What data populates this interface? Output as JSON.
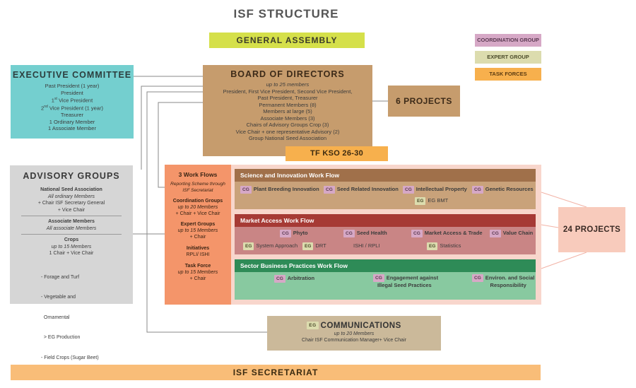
{
  "page_title": "ISF STRUCTURE",
  "general_assembly": "GENERAL ASSEMBLY",
  "legend": {
    "coordination_group": "COORDINATION GROUP",
    "expert_group": "EXPERT GROUP",
    "task_forces": "TASK FORCES",
    "colors": {
      "coordination_group": "#d6a8c6",
      "expert_group": "#dcdcae",
      "task_forces": "#f7b04d"
    }
  },
  "executive_committee": {
    "title": "EXECUTIVE COMMITTEE",
    "lines": [
      "Past President (1 year)",
      "President",
      "Vice President",
      "Vice President (1 year)",
      "Treasurer",
      "1 Ordinary Member",
      "1 Associate Member"
    ],
    "ordinals": [
      "1",
      "st",
      "2",
      "nd"
    ]
  },
  "board": {
    "title": "BOARD OF DIRECTORS",
    "subtitle": "up to 25 members",
    "lines": [
      "President, First Vice President, Second Vice President,",
      "Past President, Treasurer",
      "Permanent Members (8)",
      "Members at large (5)",
      "Associate Members (3)",
      "Chairs of Advisory Groups Crop (3)",
      "Vice Chair + one representative Advisory (2)",
      "Group National Seed Association"
    ]
  },
  "six_projects": "6 PROJECTS",
  "tf_kso": "TF KSO 26-30",
  "advisory": {
    "title": "ADVISORY GROUPS",
    "nsa_title": "National Seed Association",
    "nsa_sub": "All ordinary Members",
    "nsa_l1": "+ Chair ISF Secretary General",
    "nsa_l2": "+ Vice Chair",
    "assoc_title": "Associate Members",
    "assoc_sub": "All associate Members",
    "crops_title": "Crops",
    "crops_sub": "up to 15 Members",
    "crops_l1": "1 Chair + Vice Chair",
    "list": [
      "- Forage and Turf",
      "- Vegetable and",
      "  Ornamental",
      "  > EG Production",
      "- Field Crops (Sugar Beet)"
    ]
  },
  "workflows_panel": {
    "title": "3 Work Flows",
    "sub": "Reporting Scheme through ISF Secretariat",
    "cg_title": "Coordination Groups",
    "cg_sub": "up to 20 Members",
    "cg_l1": "+ Chair + Vice Chair",
    "eg_title": "Expert Groups",
    "eg_sub": "up to 15 Members",
    "eg_l1": "+ Chair",
    "init_title": "Initiatives",
    "init_l1": "RPLI/ ISHI",
    "tf_title": "Task Force",
    "tf_sub": "up to 15 Members",
    "tf_l1": "+ Chair"
  },
  "science_flow": {
    "title": "Science and Innovation Work Flow",
    "header_color": "#a0704a",
    "body_color": "#c9a27a",
    "items": [
      {
        "tag": "CG",
        "label": "Plant Breeding Innovation"
      },
      {
        "tag": "CG",
        "label": "Seed Related Innovation"
      },
      {
        "tag": "CG",
        "label": "Intellectual Property"
      },
      {
        "tag": "CG",
        "label": "Genetic Resources"
      },
      {
        "tag": "EG",
        "label": "EG BMT"
      }
    ]
  },
  "market_flow": {
    "title": "Market Access Work Flow",
    "header_color": "#a63a35",
    "body_color": "#c98585",
    "items": [
      {
        "tag": "CG",
        "label": "Phyto"
      },
      {
        "tag": "CG",
        "label": "Seed Health"
      },
      {
        "tag": "CG",
        "label": "Market Access & Trade"
      },
      {
        "tag": "CG",
        "label": "Value Chain"
      },
      {
        "tag": "EG",
        "label": "System Approach"
      },
      {
        "tag": "EG",
        "label": "DRT"
      },
      {
        "tag": "",
        "label": "ISHI / RPLI"
      },
      {
        "tag": "EG",
        "label": "Statistics"
      }
    ]
  },
  "sector_flow": {
    "title": "Sector Business Practices Work Flow",
    "header_color": "#2e8b57",
    "body_color": "#88c9a0",
    "items": [
      {
        "tag": "CG",
        "label": "Arbitration"
      },
      {
        "tag": "CG",
        "label": "Engagement against",
        "label2": "Illegal Seed Practices"
      },
      {
        "tag": "CG",
        "label": "Environ. and Social",
        "label2": "Responsibility"
      }
    ]
  },
  "twentyfour_projects": "24 PROJECTS",
  "communications": {
    "tag": "EG",
    "title": "COMMUNICATIONS",
    "sub": "up to 20 Members",
    "line": "Chair ISF Communication Manager+ Vice Chair"
  },
  "secretariat": "ISF SECRETARIAT"
}
